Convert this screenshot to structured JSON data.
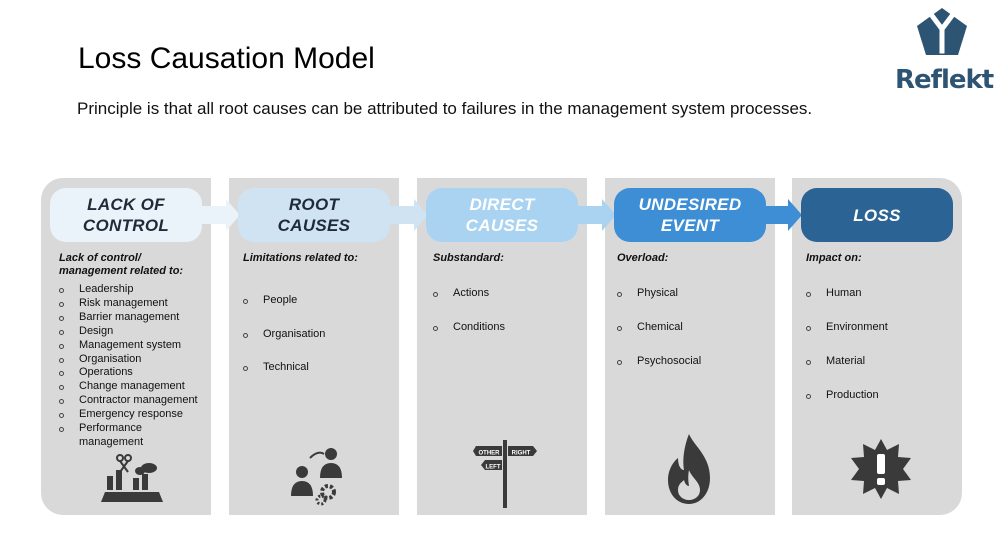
{
  "title": "Loss Causation Model",
  "subtitle": "Principle is that all root causes can be attributed to failures in the management system processes.",
  "logo": {
    "text": "Reflekt",
    "icon": "reflekt-logo-icon",
    "color": "#2d5573"
  },
  "stages": [
    {
      "header": [
        "LACK OF",
        "CONTROL"
      ],
      "subheading": [
        "Lack of control/",
        "management related to:"
      ],
      "items": [
        "Leadership",
        "Risk management",
        "Barrier management",
        "Design",
        "Management system",
        "Organisation",
        "Operations",
        "Change management",
        "Contractor management",
        "Emergency response",
        "Performance",
        "management"
      ],
      "icon": "management-tools-icon"
    },
    {
      "header": [
        "ROOT",
        "CAUSES"
      ],
      "subheading": [
        "Limitations related to:"
      ],
      "items": [
        "People",
        "Organisation",
        "Technical"
      ],
      "icon": "people-gears-icon"
    },
    {
      "header": [
        "DIRECT",
        "CAUSES"
      ],
      "subheading": [
        "Substandard:"
      ],
      "items": [
        "Actions",
        "Conditions"
      ],
      "icon": "signpost-icon",
      "sign_labels": [
        "OTHER",
        "RIGHT",
        "LEFT"
      ]
    },
    {
      "header": [
        "UNDESIRED",
        "EVENT"
      ],
      "subheading": [
        "Overload:"
      ],
      "items": [
        "Physical",
        "Chemical",
        "Psychosocial"
      ],
      "icon": "flame-icon"
    },
    {
      "header": [
        "LOSS"
      ],
      "subheading": [
        "Impact on:"
      ],
      "items": [
        "Human",
        "Environment",
        "Material",
        "Production"
      ],
      "icon": "warning-burst-icon"
    }
  ],
  "colors": {
    "panel": "#d9d9d9",
    "header_fills": [
      "#ebf3fa",
      "#cfe3f3",
      "#a9d3f1",
      "#3e8ed6",
      "#2b6394"
    ]
  }
}
